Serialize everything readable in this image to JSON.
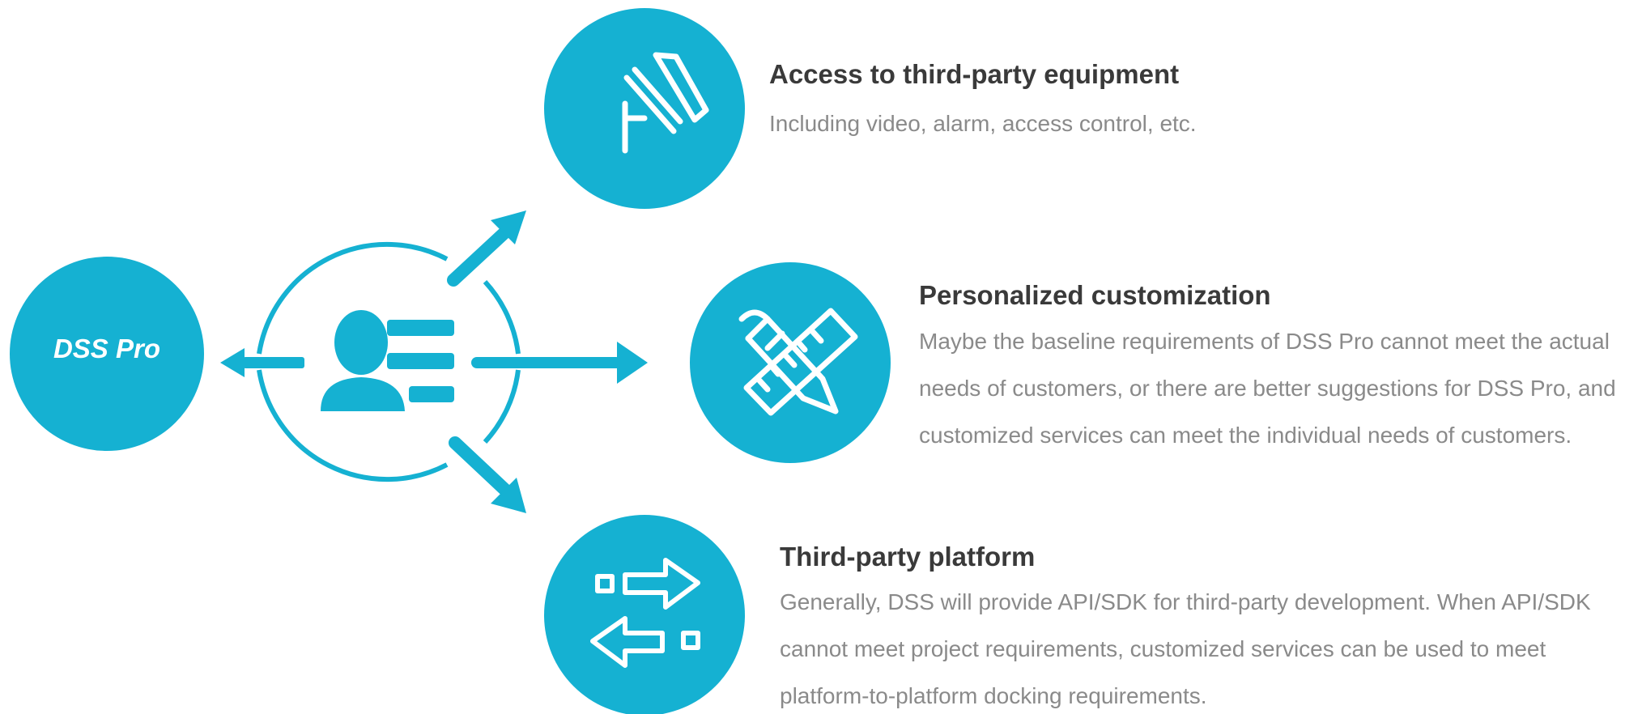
{
  "diagram": {
    "accent_color": "#15b1d2",
    "center_node": {
      "icon": "user-list-icon"
    },
    "source_node": {
      "label": "DSS Pro"
    },
    "features": [
      {
        "icon": "surveillance-camera-icon",
        "title": "Access to third-party equipment",
        "description": "Including video, alarm, access control, etc."
      },
      {
        "icon": "pencil-ruler-icon",
        "title": "Personalized customization",
        "description_lines": [
          "Maybe the baseline requirements of DSS Pro cannot meet the actual",
          "needs of customers, or there are better suggestions for DSS Pro, and",
          "customized services can meet the individual needs of customers."
        ]
      },
      {
        "icon": "exchange-arrows-icon",
        "title": "Third-party platform",
        "description_lines": [
          "Generally, DSS will provide API/SDK for third-party development. When API/SDK",
          "cannot meet project requirements, customized services can be used to meet",
          "platform-to-platform docking requirements."
        ]
      }
    ]
  }
}
